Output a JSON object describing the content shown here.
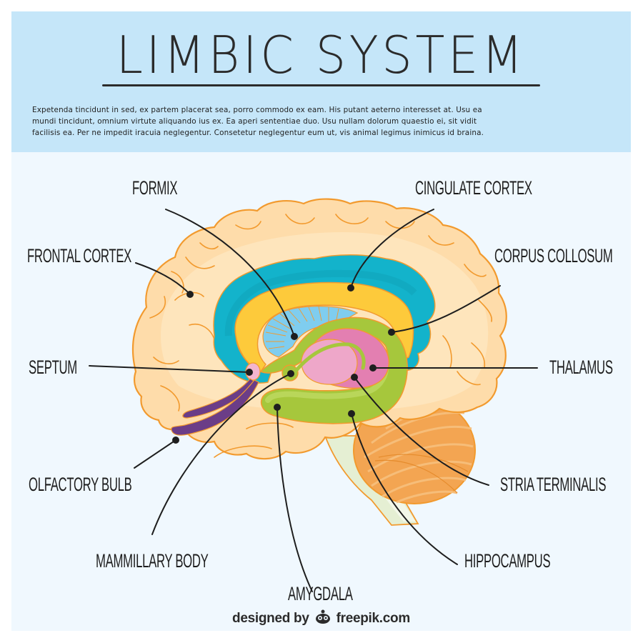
{
  "header": {
    "title": "LIMBIC SYSTEM",
    "intro_lines": [
      "Expetenda tincidunt in sed, ex partem placerat sea, porro commodo ex eam. His putant aeterno interesset at. Usu ea",
      "mundi tincidunt, omnium virtute aliquando ius ex. Ea aperi sententiae duo. Usu nullam dolorum quaestio ei, sit vidit",
      "facilisis ea. Per ne impedit iracuia neglegentur. Consetetur neglegentur eum ut, vis animal legimus inimicus id braina."
    ]
  },
  "labels": {
    "formix": "FORMIX",
    "cingulate_cortex": "CINGULATE CORTEX",
    "frontal_cortex": "FRONTAL CORTEX",
    "corpus_collosum": "CORPUS COLLOSUM",
    "septum": "SEPTUM",
    "thalamus": "THALAMUS",
    "olfactory_bulb": "OLFACTORY BULB",
    "stria_terminalis": "STRIA TERMINALIS",
    "mammillary_body": "MAMMILLARY BODY",
    "hippocampus": "HIPPOCAMPUS",
    "amygdala": "AMYGDALA"
  },
  "credit": {
    "prefix": "designed by",
    "brand": "freepik.com",
    "logo_icon": "freepik-logo-icon"
  },
  "colors": {
    "header_bg": "#c5e6f9",
    "body_bg": "#f0f8fe",
    "cortex": "#fedcaa",
    "cortex_outline": "#f29a2e",
    "cingulate": "#13b3cb",
    "corpus_callosum": "#fdca3b",
    "fornix_fibers": "#7fcdef",
    "hippocampus": "#a6c73c",
    "thalamus": "#e37fb1",
    "thalamus_inner": "#eea7c9",
    "olfactory": "#6b3d87",
    "cerebellum": "#f3a552",
    "brainstem": "#e5efd3"
  }
}
